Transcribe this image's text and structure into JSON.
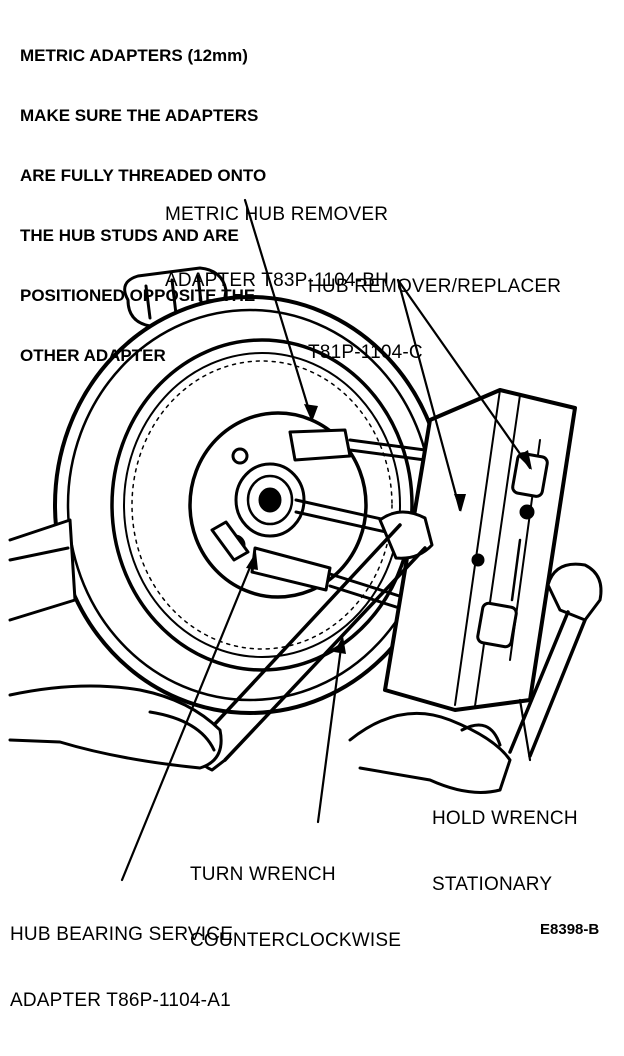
{
  "note": {
    "lines": [
      "METRIC ADAPTERS (12mm)",
      "MAKE SURE THE ADAPTERS",
      "ARE FULLY THREADED ONTO",
      "THE HUB STUDS AND ARE",
      "POSITIONED OPPOSITE THE",
      "OTHER ADAPTER"
    ]
  },
  "callouts": {
    "metric_hub_remover": [
      "METRIC HUB REMOVER",
      "ADAPTER T83P-1104-BH"
    ],
    "hub_remover_replacer": [
      "HUB REMOVER/REPLACER",
      "T81P-1104-C"
    ],
    "hold_wrench": [
      "HOLD WRENCH",
      "STATIONARY"
    ],
    "turn_wrench": [
      "TURN WRENCH",
      "COUNTERCLOCKWISE"
    ],
    "hub_bearing_service": [
      "HUB BEARING SERVICE",
      "ADAPTER T86P-1104-A1"
    ]
  },
  "figure_code": "E8398-B",
  "colors": {
    "ink": "#000000",
    "paper": "#ffffff"
  }
}
